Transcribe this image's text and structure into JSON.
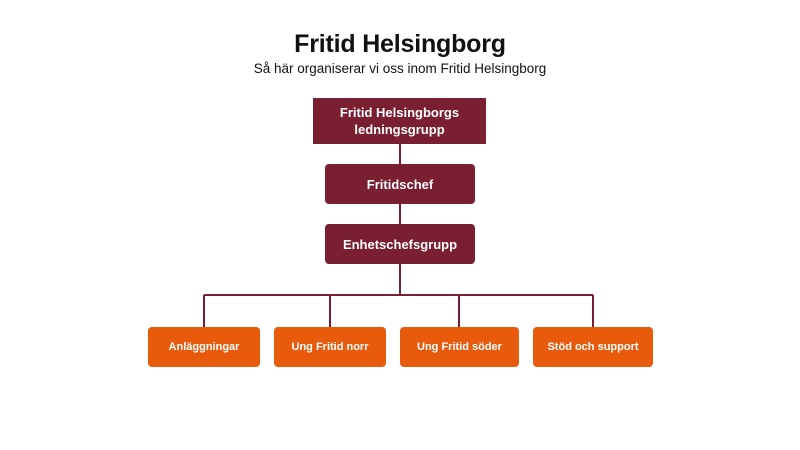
{
  "header": {
    "title": "Fritid Helsingborg",
    "subtitle": "Så här organiserar vi oss inom Fritid Helsingborg"
  },
  "org": {
    "root": "Fritid Helsingborgs ledningsgrupp",
    "level1": "Fritidschef",
    "level2": "Enhetschefsgrupp",
    "units": [
      "Anläggningar",
      "Ung Fritid norr",
      "Ung Fritid söder",
      "Stöd och support"
    ]
  },
  "colors": {
    "management": "#7a1e31",
    "units": "#e85a0c",
    "connector": "#7a1e31"
  }
}
